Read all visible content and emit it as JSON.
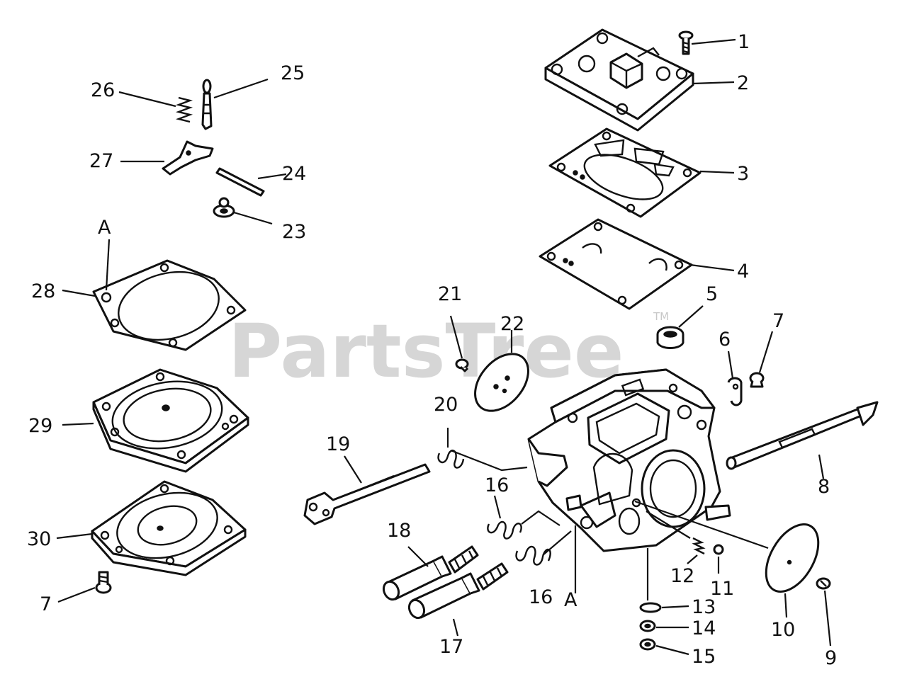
{
  "watermark": {
    "brand": "PartsTree",
    "trademark": "TM"
  },
  "callouts": {
    "n1": "1",
    "n2": "2",
    "n3": "3",
    "n4": "4",
    "n5": "5",
    "n6": "6",
    "n7a": "7",
    "n7b": "7",
    "n8": "8",
    "n9": "9",
    "n10": "10",
    "n11": "11",
    "n12": "12",
    "n13": "13",
    "n14": "14",
    "n15": "15",
    "n16a": "16",
    "n16b": "16",
    "n17": "17",
    "n18": "18",
    "n19": "19",
    "n20": "20",
    "n21": "21",
    "n22": "22",
    "n23": "23",
    "n24": "24",
    "n25": "25",
    "n26": "26",
    "n27": "27",
    "n28": "28",
    "n29": "29",
    "n30": "30",
    "refA1": "A",
    "refA2": "A"
  }
}
